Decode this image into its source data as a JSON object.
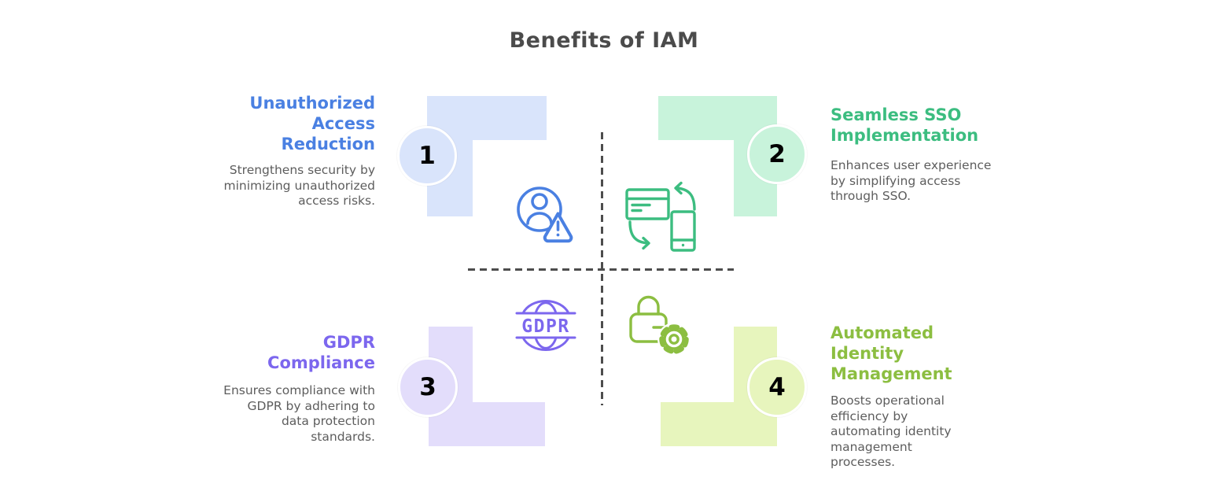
{
  "title": "Benefits of IAM",
  "colors": {
    "title": "#4b4b4b",
    "body_text": "#5d5d5d",
    "dash_line": "#4d4d4d",
    "background": "#ffffff"
  },
  "quadrants": [
    {
      "number": "1",
      "heading": "Unauthorized Access Reduction",
      "body": "Strengthens security by minimizing unauthorized access risks.",
      "accent": "#4a80e2",
      "fill": "#d9e4fb",
      "icon": "user-alert-icon"
    },
    {
      "number": "2",
      "heading": "Seamless SSO Implementation",
      "body": "Enhances user experience by simplifying access through SSO.",
      "accent": "#3cbd80",
      "fill": "#c8f3db",
      "icon": "device-sync-icon"
    },
    {
      "number": "3",
      "heading": "GDPR Compliance",
      "body": "Ensures compliance with GDPR by adhering to data protection standards.",
      "accent": "#7c67ee",
      "fill": "#e3ddfb",
      "icon": "gdpr-globe-icon"
    },
    {
      "number": "4",
      "heading": "Automated Identity Management",
      "body": "Boosts operational efficiency by automating identity management processes.",
      "accent": "#8cbe41",
      "fill": "#e7f5bd",
      "icon": "lock-gear-icon"
    }
  ],
  "icons": {
    "gdpr_label": "GDPR"
  }
}
